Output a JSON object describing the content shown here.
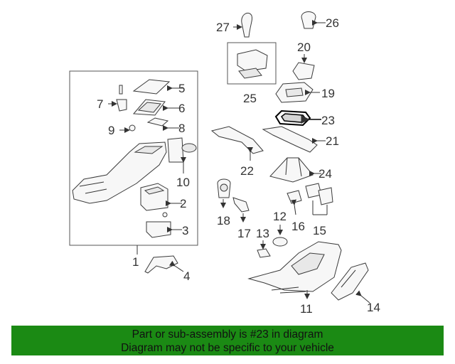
{
  "callouts": [
    "1",
    "2",
    "3",
    "4",
    "5",
    "6",
    "7",
    "8",
    "9",
    "10",
    "11",
    "12",
    "13",
    "14",
    "15",
    "16",
    "17",
    "18",
    "19",
    "20",
    "21",
    "22",
    "23",
    "24",
    "25",
    "26",
    "27"
  ],
  "banner": {
    "line1": "Part or sub-assembly is #23 in diagram",
    "line2": "Diagram may not be specific to your vehicle"
  },
  "highlighted_part": "23",
  "colors": {
    "banner_bg": "#1b8a14",
    "highlight": "#000000"
  }
}
